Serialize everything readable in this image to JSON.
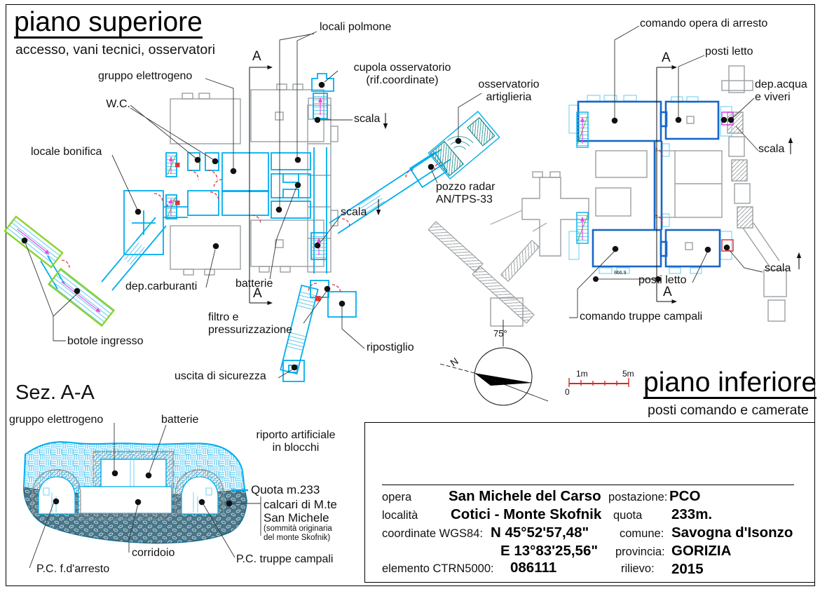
{
  "titles": {
    "upper_title": "piano superiore",
    "upper_subtitle": "accesso, vani tecnici, osservatori",
    "lower_title": "piano inferiore",
    "lower_subtitle": "posti comando e camerate",
    "section_title": "Sez. A-A"
  },
  "upper_labels": {
    "locali_polmone": "locali polmone",
    "gruppo_elettrogeno": "gruppo elettrogeno",
    "wc": "W.C.",
    "locale_bonifica": "locale bonifica",
    "cupola_osservatorio": "cupola osservatorio\n(rif.coordinate)",
    "scala_top": "scala",
    "osservatorio_artiglieria": "osservatorio\nartiglieria",
    "pozzo_radar": "pozzo radar\nAN/TPS-33",
    "scala_mid": "scala",
    "dep_carburanti": "dep.carburanti",
    "batterie": "batterie",
    "filtro": "filtro e\npressurizzazione",
    "botole_ingresso": "botole ingresso",
    "uscita_sicurezza": "uscita di sicurezza",
    "ripostiglio": "ripostiglio",
    "marker_a": "A"
  },
  "lower_labels": {
    "comando_opera": "comando opera di arresto",
    "posti_letto_top": "posti letto",
    "dep_acqua": "dep.acqua\ne viveri",
    "scala_right_top": "scala",
    "posti_letto_bottom": "posti letto",
    "scala_right_bottom": "scala",
    "comando_truppe": "comando truppe campali",
    "marker_a": "A",
    "dimension": "866.9"
  },
  "section_labels": {
    "gruppo_elettrogeno": "gruppo elettrogeno",
    "batterie": "batterie",
    "riporto": "riporto artificiale\nin blocchi",
    "quota": "Quota m.233",
    "calcari": "calcari di M.te\nSan Michele",
    "calcari_note": "(sommità originaria\ndel monte Skofnik)",
    "corridoio": "corridoio",
    "pc_arresto": "P.C. f.d'arresto",
    "pc_truppe": "P.C. truppe campali"
  },
  "compass": {
    "bearing": "75°",
    "north": "N"
  },
  "scalebar": {
    "zero": "0",
    "one": "1m",
    "five": "5m"
  },
  "info_table": {
    "opera_label": "opera",
    "opera": "San Michele del Carso",
    "postazione_label": "postazione:",
    "postazione": "PCO",
    "localita_label": "località",
    "localita": "Cotici - Monte Skofnik",
    "quota_label": "quota",
    "quota": "233m.",
    "coordinate_label": "coordinate WGS84:",
    "coord_n": "N 45°52'57,48\"",
    "coord_e": "E 13°83'25,56\"",
    "comune_label": "comune:",
    "comune": "Savogna d'Isonzo",
    "provincia_label": "provincia:",
    "provincia": "GORIZIA",
    "elemento_label": "elemento CTRN5000:",
    "elemento": "086111",
    "rilievo_label": "rilievo:",
    "rilievo": "2015"
  },
  "colors": {
    "cyan": "#00AEEF",
    "light_cyan": "#7FD4F2",
    "gray": "#9aa0a4",
    "blue": "#1767C8",
    "red": "#E53238",
    "magenta": "#F046E8",
    "green": "#8CD42F",
    "teal": "#1f8a8a",
    "slate": "#4a7587",
    "scale_red": "#D42B20"
  }
}
